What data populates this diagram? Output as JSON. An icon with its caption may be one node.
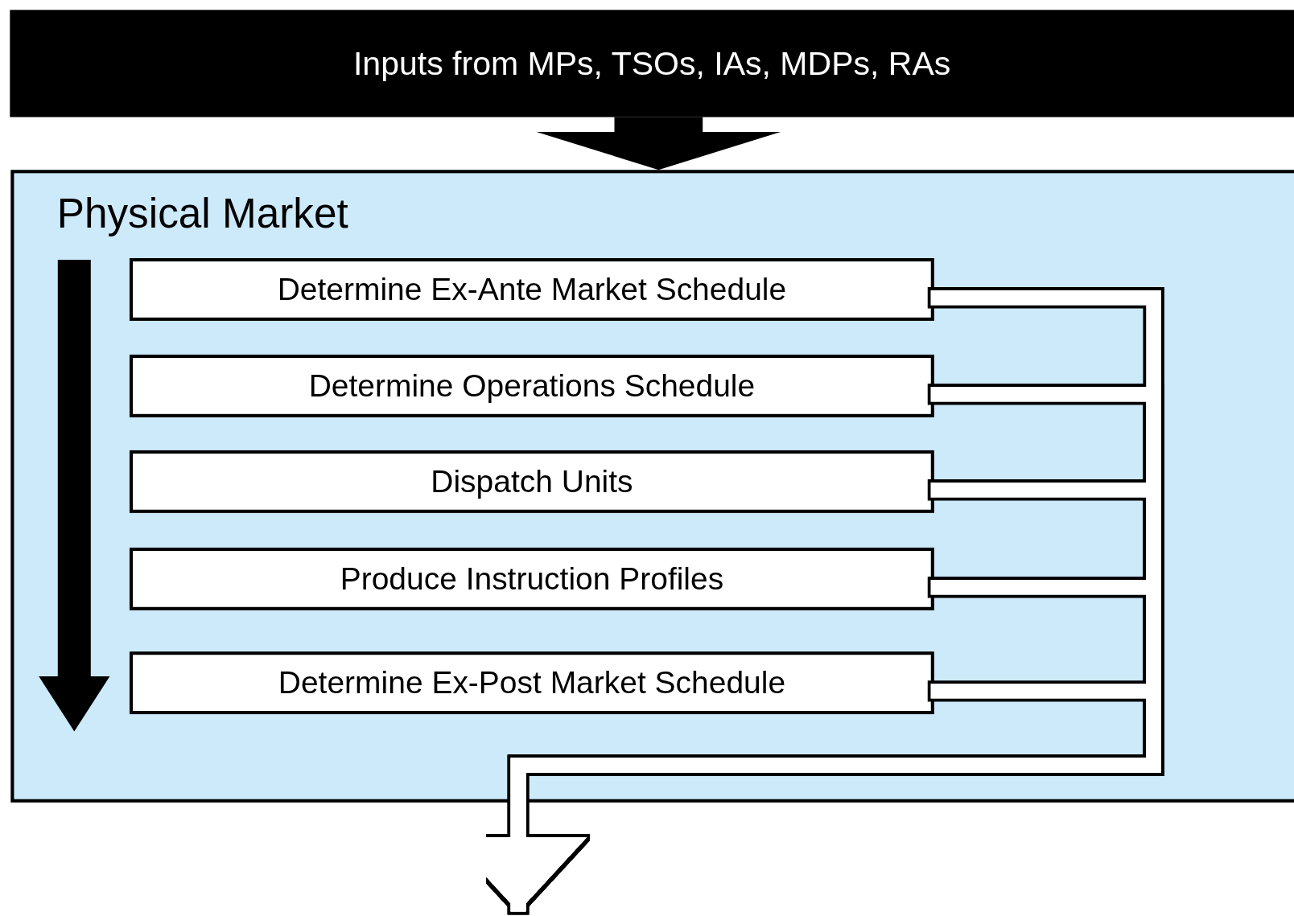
{
  "diagram": {
    "nodes": [
      {
        "text": [
          "Inputs from MPs, TSOs, IAs, MDPs, RAs"
        ]
      },
      {
        "text": [
          "Physical Market"
        ]
      },
      {
        "text": [
          "Determine Ex-Ante Market Schedule"
        ],
        "in": 1
      },
      {
        "text": [
          "Determine Operations Schedule"
        ],
        "in": 1
      },
      {
        "text": [
          "Dispatch Units"
        ],
        "in": 1
      },
      {
        "text": [
          "Produce Instruction Profiles"
        ],
        "in": 1
      },
      {
        "text": [
          "Determine Ex-Post Market Schedule"
        ],
        "in": 1
      }
    ],
    "edges": [
      {
        "from": 0,
        "to": 1,
        "arrow": "to",
        "style": "thick",
        "color": "#000000"
      },
      {
        "from": 2,
        "to": null,
        "arrow": "to"
      },
      {
        "from": 3,
        "to": null,
        "arrow": "to"
      },
      {
        "from": 4,
        "to": null,
        "arrow": "to"
      },
      {
        "from": 5,
        "to": null,
        "arrow": "to"
      },
      {
        "from": 6,
        "to": null,
        "arrow": "to"
      }
    ]
  }
}
